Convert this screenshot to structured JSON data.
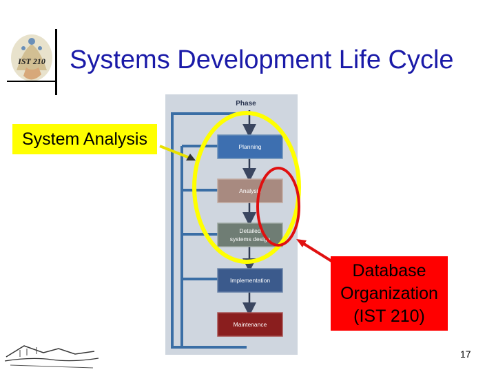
{
  "slide": {
    "title": "Systems Development Life Cycle",
    "logo_text": "IST 210",
    "page_number": "17"
  },
  "callouts": {
    "system_analysis": "System Analysis",
    "database_org": [
      "Database",
      "Organization",
      "(IST 210)"
    ]
  },
  "diagram": {
    "header": "Phase",
    "phases": [
      {
        "label": [
          "Planning"
        ],
        "color": "#3d6fb0"
      },
      {
        "label": [
          "Analysis"
        ],
        "color": "#a88a80"
      },
      {
        "label": [
          "Detailed",
          "systems design"
        ],
        "color": "#6f7d74"
      },
      {
        "label": [
          "Implementation"
        ],
        "color": "#3b5a8c"
      },
      {
        "label": [
          "Maintenance"
        ],
        "color": "#8a1e1e"
      }
    ]
  },
  "colors": {
    "title": "#1a1aa8",
    "highlight_yellow": "#ffff00",
    "highlight_red": "#ff0000"
  }
}
